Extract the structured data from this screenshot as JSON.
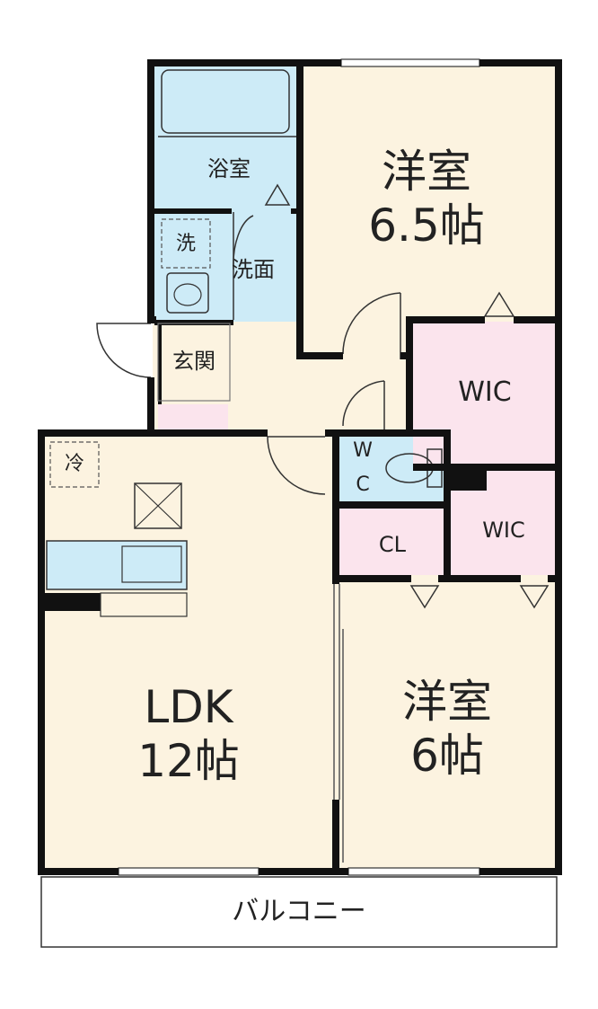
{
  "rooms": {
    "western_upper": {
      "name": "洋室",
      "size": "6.5帖"
    },
    "western_lower": {
      "name": "洋室",
      "size": "6帖"
    },
    "ldk": {
      "name": "LDK",
      "size": "12帖"
    },
    "bath": "浴室",
    "washroom": "洗面",
    "washer": "洗",
    "entrance": "玄関",
    "wic_upper": "WIC",
    "wic_lower": "WIC",
    "wc_top": "W",
    "wc_bottom": "C",
    "closet": "CL",
    "fridge": "冷",
    "balcony": "バルコニー"
  },
  "colors": {
    "wall": "#111111",
    "living_floor": "#fcf3e0",
    "wet_area": "#cdebf7",
    "storage": "#fbe4ed",
    "balcony": "#ffffff"
  }
}
